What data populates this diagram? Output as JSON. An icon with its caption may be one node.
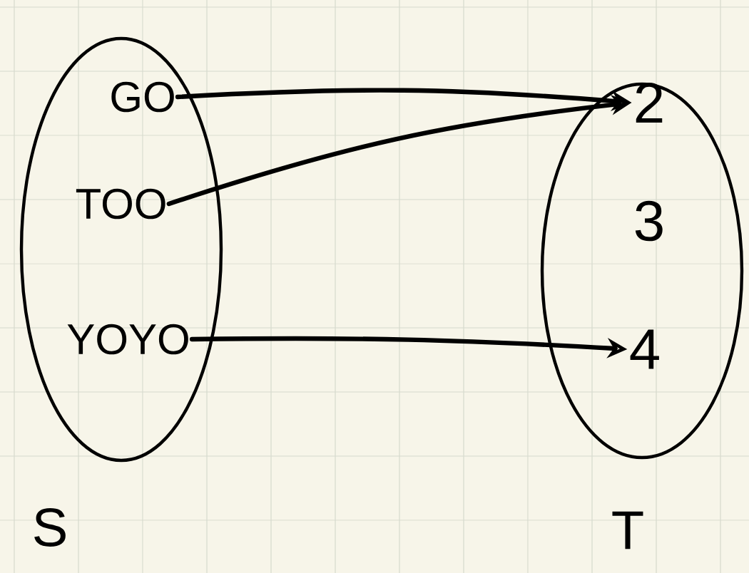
{
  "diagram": {
    "nodes": [
      {
        "text": [],
        "shape": "ellipse",
        "beside": [
          "S"
        ]
      },
      {
        "text": [
          "GO"
        ],
        "in": 0
      },
      {
        "text": [
          "TOO"
        ],
        "in": 0
      },
      {
        "text": [
          "YOYO"
        ],
        "in": 0
      },
      {
        "text": [],
        "shape": "ellipse",
        "beside": [
          "T"
        ]
      },
      {
        "text": [
          "2"
        ],
        "in": 4
      },
      {
        "text": [
          "3"
        ],
        "in": 4
      },
      {
        "text": [
          "4"
        ],
        "in": 4
      }
    ],
    "edges": [
      {
        "from": 1,
        "to": 5,
        "arrow": "to"
      },
      {
        "from": 2,
        "to": 5,
        "arrow": "to"
      },
      {
        "from": 3,
        "to": 7,
        "arrow": "to"
      }
    ]
  }
}
